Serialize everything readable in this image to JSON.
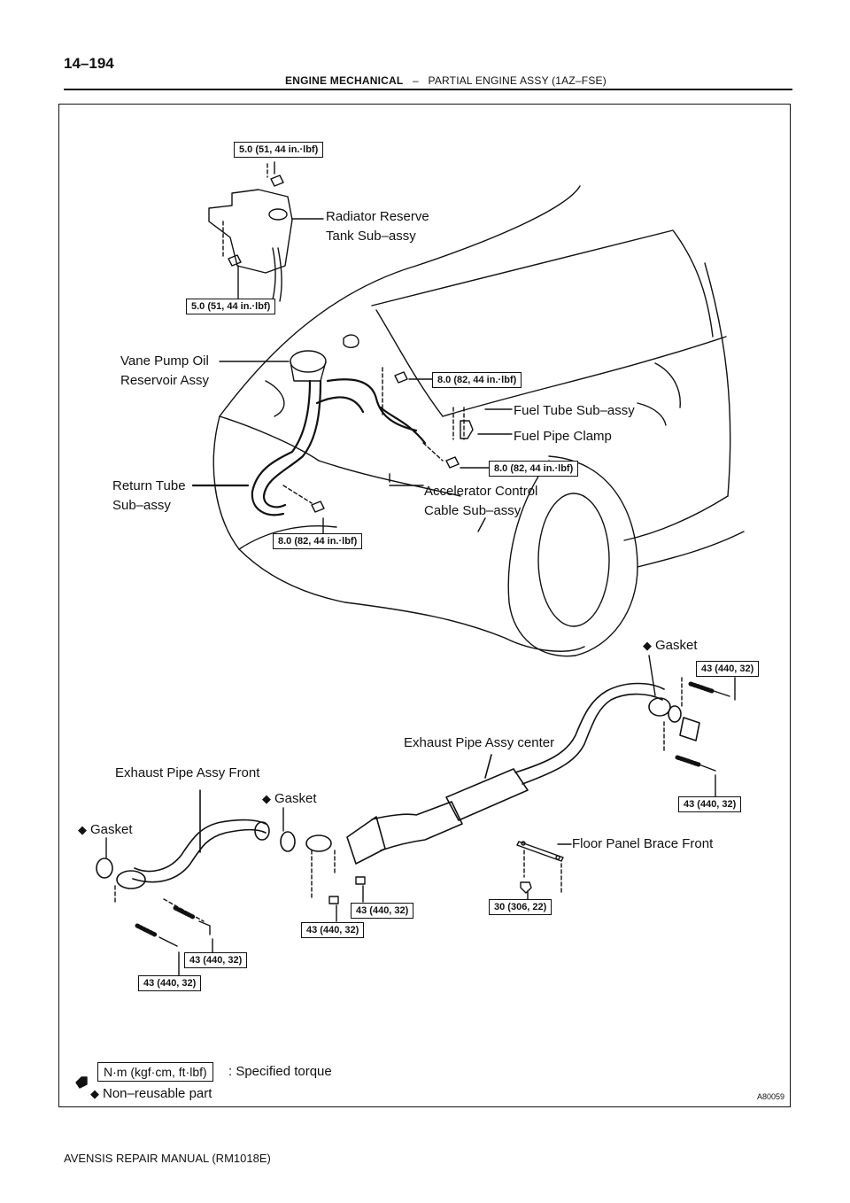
{
  "header": {
    "page_number": "14–194",
    "section": "ENGINE MECHANICAL",
    "separator": "–",
    "subsection": "PARTIAL ENGINE ASSY (1AZ–FSE)"
  },
  "footer": {
    "manual": "AVENSIS REPAIR MANUAL   (RM1018E)"
  },
  "figure_id": "A80059",
  "labels": {
    "radiator_line1": "Radiator Reserve",
    "radiator_line2": "Tank Sub–assy",
    "vane_line1": "Vane Pump Oil",
    "vane_line2": "Reservoir Assy",
    "fuel_tube": "Fuel Tube Sub–assy",
    "fuel_clamp": "Fuel Pipe Clamp",
    "return_line1": "Return Tube",
    "return_line2": "Sub–assy",
    "accel_line1": "Accelerator Control",
    "accel_line2": "Cable Sub–assy",
    "gasket": "Gasket",
    "exhaust_center": "Exhaust Pipe Assy center",
    "exhaust_front": "Exhaust Pipe Assy Front",
    "floor_brace": "Floor Panel Brace Front"
  },
  "torque": {
    "t1": "5.0 (51, 44 in.·lbf)",
    "t2": "5.0 (51, 44 in.·lbf)",
    "t3": "8.0 (82, 44 in.·lbf)",
    "t4": "8.0 (82, 44 in.·lbf)",
    "t5": "8.0 (82, 44 in.·lbf)",
    "t6": "43 (440, 32)",
    "t7": "43 (440, 32)",
    "t8": "43 (440, 32)",
    "t9": "43 (440, 32)",
    "t10": "30 (306, 22)",
    "t11": "43 (440, 32)",
    "t12": "43 (440, 32)"
  },
  "legend": {
    "unit_box": "N·m (kgf·cm, ft·lbf)",
    "specified": ": Specified torque",
    "non_reusable": "Non–reusable part",
    "diamond_symbol": "◆"
  }
}
